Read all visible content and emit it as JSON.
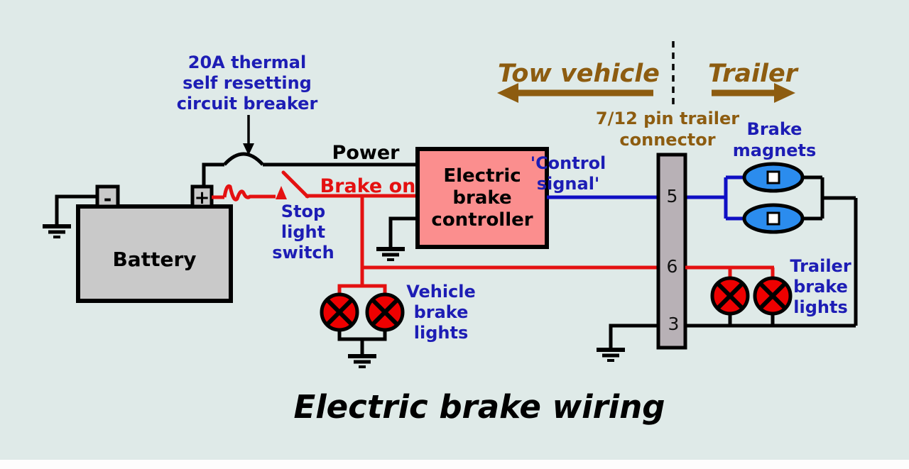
{
  "title": "Electric brake wiring",
  "colors": {
    "background": "#dfeae8",
    "wire_black": "#000000",
    "wire_red": "#e41111",
    "wire_blue": "#0f0fc4",
    "label_blue": "#1d1db5",
    "label_brown": "#8d5c10",
    "battery_gray": "#c9c9c9",
    "controller_pink": "#fb8e8e",
    "connector_gray": "#b8b1b6",
    "magnet_blue": "#2b8cee",
    "lamp_red": "#ee0000"
  },
  "header": {
    "tow_vehicle": "Tow vehicle",
    "trailer": "Trailer"
  },
  "components": {
    "breaker": {
      "label": "20A thermal\nself resetting\ncircuit breaker"
    },
    "battery": {
      "label": "Battery",
      "negative": "-",
      "positive": "+"
    },
    "power": {
      "label": "Power"
    },
    "brake_on": {
      "label": "Brake on"
    },
    "stop_light_switch": {
      "label": "Stop\nlight\nswitch"
    },
    "controller": {
      "label": "Electric\nbrake\ncontroller"
    },
    "control_signal": {
      "label": "'Control\nsignal'"
    },
    "connector": {
      "label": "7/12 pin trailer\nconnector",
      "pins": [
        {
          "label": "5"
        },
        {
          "label": "6"
        },
        {
          "label": "3"
        }
      ]
    },
    "brake_magnets": {
      "label": "Brake\nmagnets"
    },
    "vehicle_brake_lights": {
      "label": "Vehicle\nbrake\nlights"
    },
    "trailer_brake_lights": {
      "label": "Trailer\nbrake\nlights"
    }
  }
}
